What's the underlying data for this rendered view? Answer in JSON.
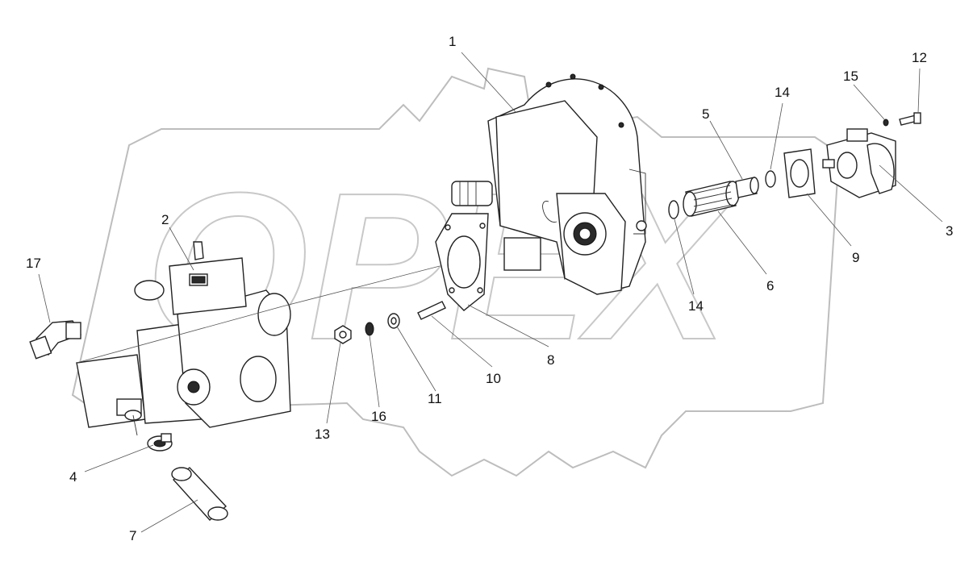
{
  "callouts": [
    {
      "id": "1",
      "text": "1"
    },
    {
      "id": "2",
      "text": "2"
    },
    {
      "id": "3",
      "text": "3"
    },
    {
      "id": "4",
      "text": "4"
    },
    {
      "id": "5",
      "text": "5"
    },
    {
      "id": "6",
      "text": "6"
    },
    {
      "id": "7",
      "text": "7"
    },
    {
      "id": "8",
      "text": "8"
    },
    {
      "id": "9",
      "text": "9"
    },
    {
      "id": "10",
      "text": "10"
    },
    {
      "id": "11",
      "text": "11"
    },
    {
      "id": "12",
      "text": "12"
    },
    {
      "id": "13",
      "text": "13"
    },
    {
      "id": "14a",
      "text": "14"
    },
    {
      "id": "14b",
      "text": "14"
    },
    {
      "id": "15",
      "text": "15"
    },
    {
      "id": "16",
      "text": "16"
    },
    {
      "id": "17",
      "text": "17"
    }
  ],
  "watermark": {
    "text": "OPEX",
    "color": "#bdbdbd"
  },
  "colors": {
    "line": "#222222",
    "background": "#ffffff"
  }
}
